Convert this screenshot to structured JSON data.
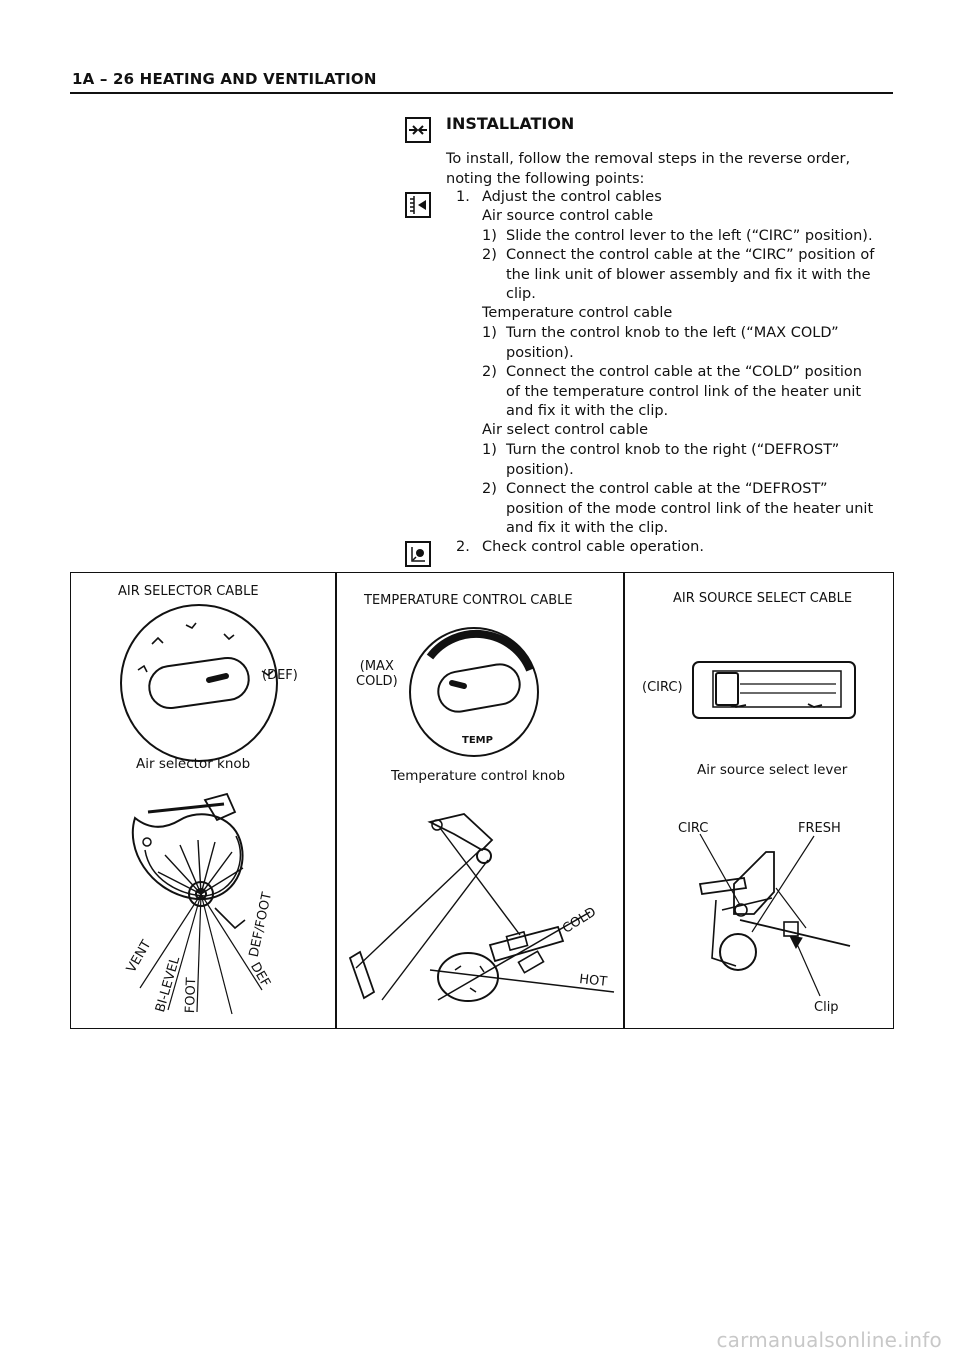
{
  "header": {
    "title": "1A – 26  HEATING AND VENTILATION"
  },
  "icons": {
    "installation": "install-arrows-icon",
    "adjust": "adjustment-gauge-icon",
    "check": "inspection-icon"
  },
  "section": {
    "heading": "INSTALLATION",
    "intro": [
      "To install, follow the removal steps in the reverse order,",
      "noting the following points:"
    ]
  },
  "steps": {
    "s1": "1.",
    "s1_text": "Adjust the control cables",
    "air_source": {
      "title": "Air source control cable",
      "items": [
        {
          "num": "1)",
          "lines": [
            "Slide the control lever to the left (“CIRC” position)."
          ]
        },
        {
          "num": "2)",
          "lines": [
            "Connect the control cable at the “CIRC” position of",
            "the link unit of blower assembly and fix it with the",
            "clip."
          ]
        }
      ]
    },
    "temperature": {
      "title": "Temperature control cable",
      "items": [
        {
          "num": "1)",
          "lines": [
            "Turn the control knob to the left (“MAX COLD”",
            "position)."
          ]
        },
        {
          "num": "2)",
          "lines": [
            "Connect the control cable at the “COLD” position",
            "of  the temperature control link of the heater unit",
            "and  fix it with the clip."
          ]
        }
      ]
    },
    "air_select": {
      "title": "Air select control cable",
      "items": [
        {
          "num": "1)",
          "lines": [
            "Turn the control knob to the right (“DEFROST”",
            "position)."
          ]
        },
        {
          "num": "2)",
          "lines": [
            "Connect the control cable at the “DEFROST”",
            "position of the mode control link of the heater unit",
            "and fix it with the clip."
          ]
        }
      ]
    },
    "s2": "2.",
    "s2_text": "Check control cable operation."
  },
  "figure": {
    "panel1": {
      "title": "AIR SELECTOR CABLE",
      "def_label": "(DEF)",
      "caption": "Air selector knob",
      "modes": [
        "VENT",
        "BI-LEVEL",
        "FOOT",
        "DEF/FOOT",
        "DEF"
      ]
    },
    "panel2": {
      "title": "TEMPERATURE CONTROL CABLE",
      "max_cold": [
        "(MAX",
        "COLD)"
      ],
      "knob_text": "TEMP",
      "caption": "Temperature control knob",
      "cold": "COLD",
      "hot": "HOT"
    },
    "panel3": {
      "title": "AIR SOURCE SELECT CABLE",
      "circ_label": "(CIRC)",
      "caption": "Air source select lever",
      "circ": "CIRC",
      "fresh": "FRESH",
      "clip": "Clip"
    }
  },
  "watermark": "carmanualsonline.info"
}
